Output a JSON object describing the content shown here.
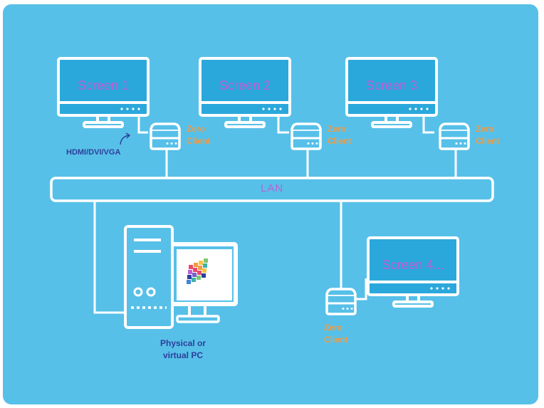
{
  "colors": {
    "background": "#57c0e8",
    "outline": "#ffffff",
    "screen_fill": "#2aa8dc",
    "screen_label": "#c05fd6",
    "zero_client_label": "#f29a43",
    "dark_label": "#2d3e9c"
  },
  "screens": [
    {
      "label": "Screen 1"
    },
    {
      "label": "Screen 2"
    },
    {
      "label": "Screen 3"
    },
    {
      "label": "Screen 4..."
    }
  ],
  "zero_client": {
    "line1": "Zero",
    "line2": "Client"
  },
  "cable_label": "HDMI/DVI/VGA",
  "lan_label": "LAN",
  "pc_label": {
    "line1": "Physical or",
    "line2": "virtual PC"
  },
  "icons": [
    "monitor-icon",
    "zero-client-icon",
    "pc-tower-icon",
    "windows-logo-icon",
    "arrow-icon"
  ]
}
